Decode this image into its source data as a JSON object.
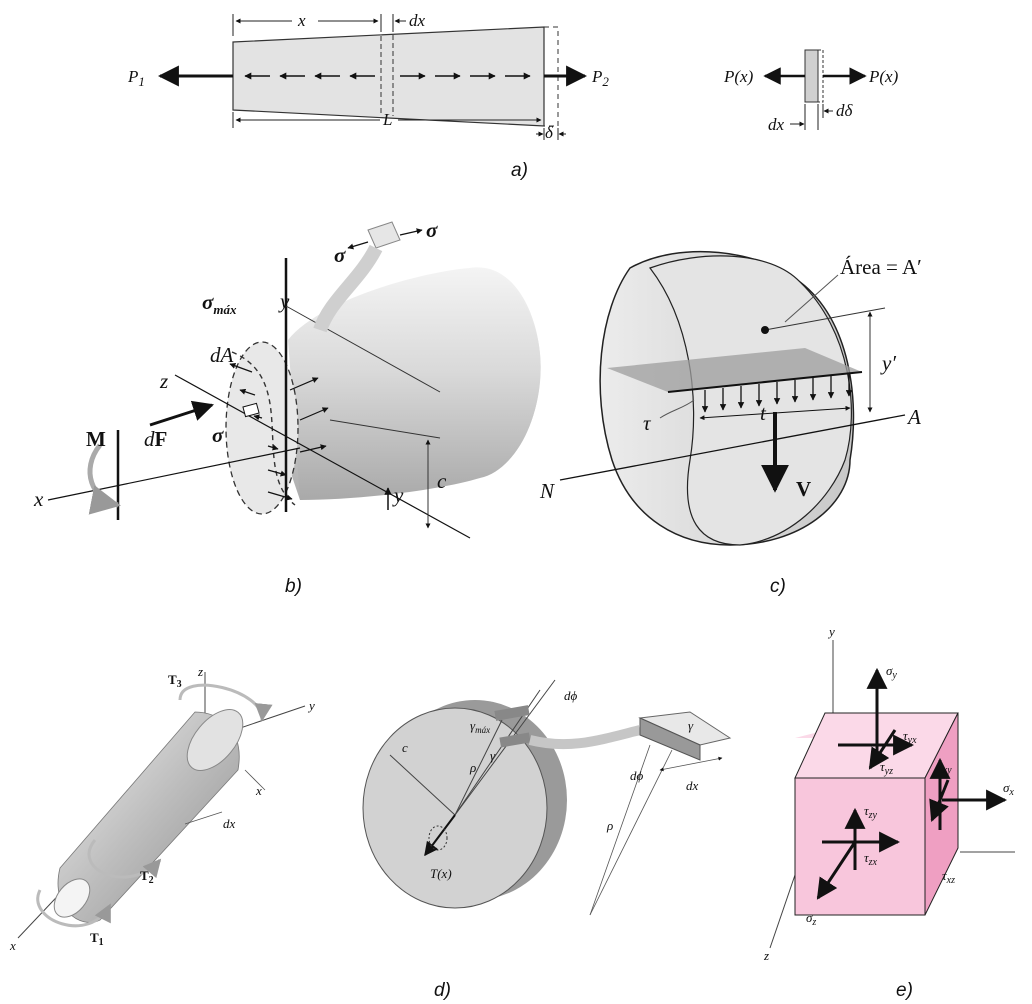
{
  "captions": {
    "a": "a)",
    "b": "b)",
    "c": "c)",
    "d": "d)",
    "e": "e)"
  },
  "fig_a": {
    "P1": "P",
    "P1_sub": "1",
    "P2": "P",
    "P2_sub": "2",
    "x": "x",
    "dx": "dx",
    "L": "L",
    "delta": "δ",
    "Px_left": "P(x)",
    "Px_right": "P(x)",
    "dx2": "dx",
    "ddelta": "dδ"
  },
  "fig_b": {
    "sigma_top": "σ",
    "sigma_left": "σ",
    "sigma_max": "σ",
    "sigma_max_sub": "máx",
    "y": "y",
    "dA": "dA",
    "z": "z",
    "M": "M",
    "dF_d": "d",
    "dF_F": "F",
    "sigma_small": "σ",
    "x": "x",
    "c": "c",
    "y2": "y"
  },
  "fig_c": {
    "area": "Área = A′",
    "ybar": "y′",
    "tau": "τ",
    "t": "t",
    "A": "A",
    "N": "N",
    "V": "V"
  },
  "fig_d": {
    "z": "z",
    "T3": "T",
    "T3_sub": "3",
    "y": "y",
    "x_axis": "x",
    "T2": "T",
    "T2_sub": "2",
    "T1": "T",
    "T1_sub": "1",
    "x_dim": "x",
    "dx": "dx",
    "dphi": "dϕ",
    "gmax": "γ",
    "gmax_sub": "máx",
    "c": "c",
    "rho": "ρ",
    "gamma": "γ",
    "Tx": "T(x)",
    "gamma2": "γ",
    "dphi2": "dϕ",
    "rho2": "ρ",
    "dx2": "dx"
  },
  "fig_e": {
    "y": "y",
    "z": "z",
    "sy": "σ",
    "sy_sub": "y",
    "tyx": "τ",
    "tyx_sub": "yx",
    "tyz": "τ",
    "tyz_sub": "yz",
    "txy": "τ",
    "txy_sub": "xy",
    "sx": "σ",
    "sx_sub": "x",
    "tzy": "τ",
    "tzy_sub": "zy",
    "tzx": "τ",
    "tzx_sub": "zx",
    "txz": "τ",
    "txz_sub": "xz",
    "sz": "σ",
    "sz_sub": "z"
  },
  "colors": {
    "ink": "#111111",
    "cube_front": "#f8c6dc",
    "cube_side": "#ef9fc2",
    "cube_top": "#fbd9e8",
    "metal": "#d6d6d6"
  }
}
